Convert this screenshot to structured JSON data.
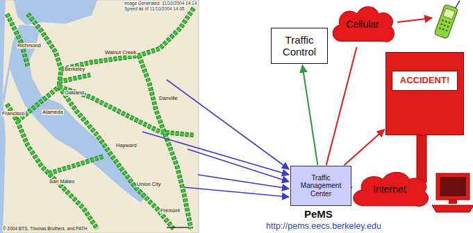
{
  "diagram": {
    "nodes": [
      {
        "text": [
          "Traffic Control"
        ]
      },
      {
        "text": [
          "Cellular"
        ]
      },
      {
        "text": [
          "ACCIDENT!"
        ]
      },
      {
        "text": [
          "Traffic Management Center"
        ]
      },
      {
        "text": [
          "Internet"
        ]
      }
    ],
    "edges": [
      {
        "from": 3,
        "to": 0,
        "arrow": "to"
      },
      {
        "from": 3,
        "to": 1,
        "arrow": "none"
      },
      {
        "from": 3,
        "to": 2,
        "arrow": "to"
      },
      {
        "from": 3,
        "to": 4,
        "arrow": "none"
      }
    ],
    "labels": [
      "Image Generated: 11/10/2004 14:14",
      "Speed as of 11/10/2004 14:05",
      "Richmond",
      "Berkeley",
      "Walnut Creek",
      "Francisco",
      "Oakland",
      "Alameda",
      "San Mateo",
      "Danville",
      "Hayward",
      "Union City",
      "Fremont",
      "© 2004 BTS, Thomas Brothers, and PATH",
      "PeMS",
      "http://pems.eecs.berkeley.edu"
    ]
  }
}
